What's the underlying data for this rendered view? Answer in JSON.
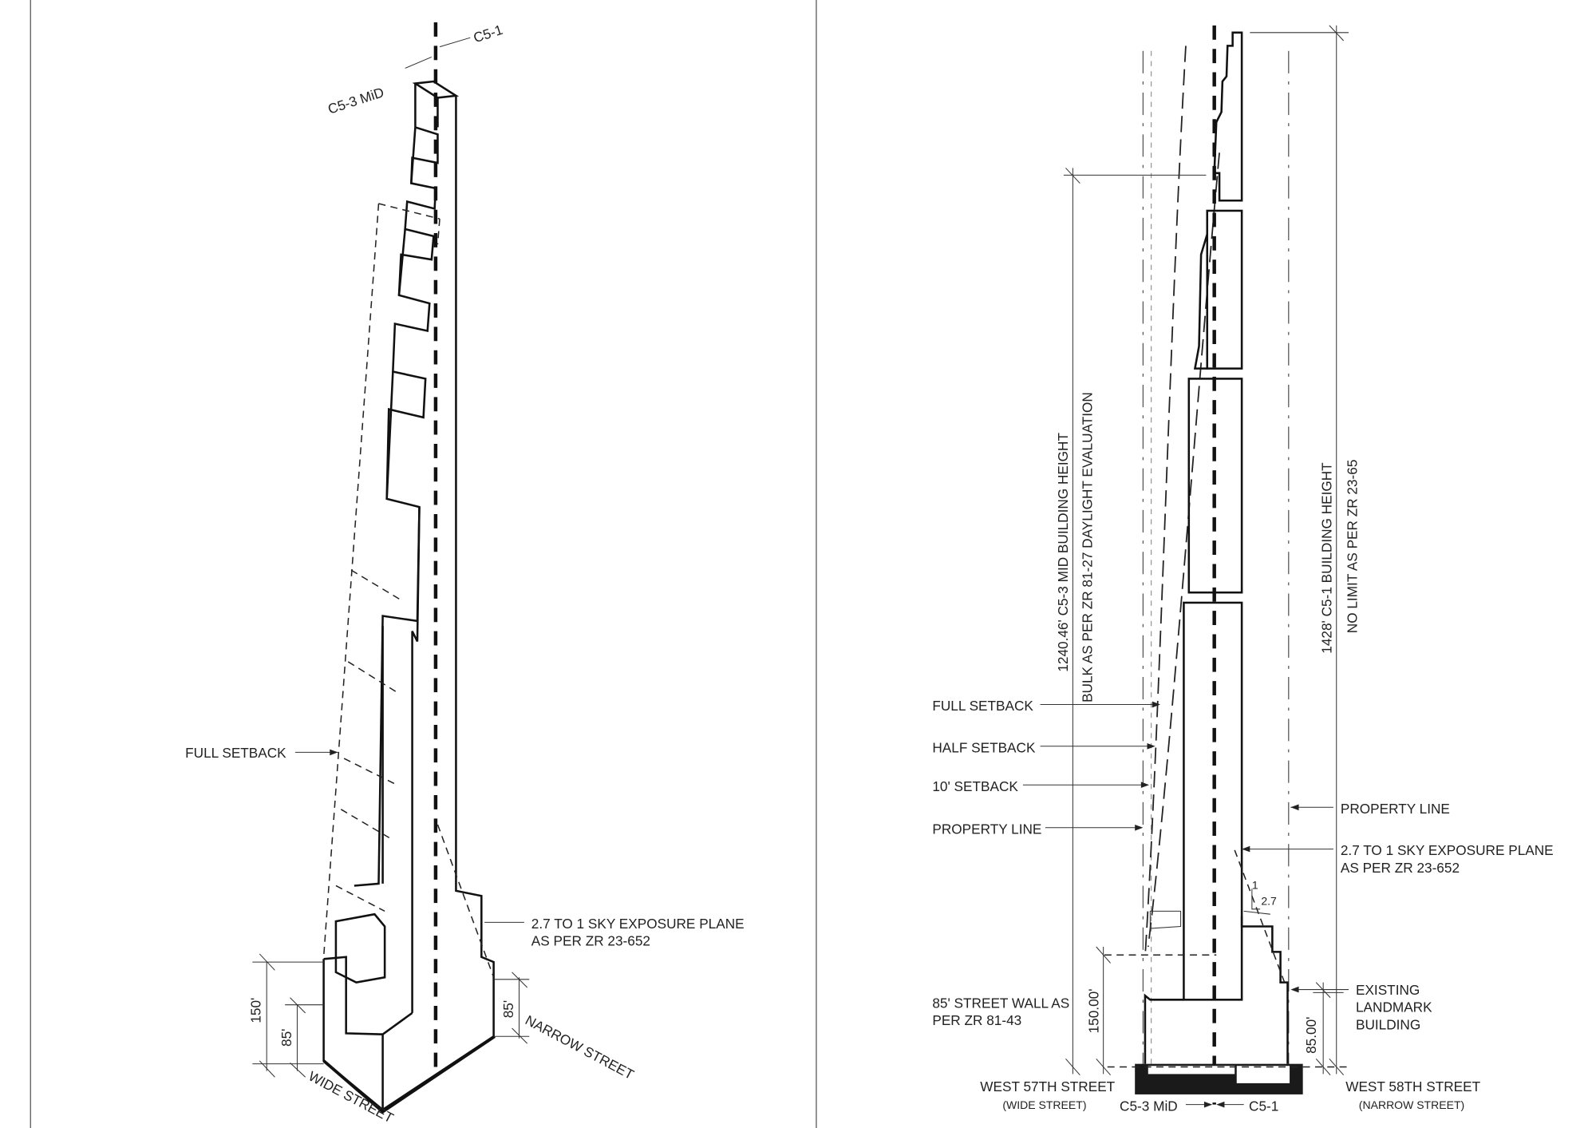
{
  "left_panel": {
    "zone_right": "C5-1",
    "zone_left": "C5-3 MiD",
    "full_setback": "FULL SETBACK",
    "sky_plane_1": "2.7 TO 1 SKY EXPOSURE PLANE",
    "sky_plane_2": "AS PER ZR 23-652",
    "dim_150": "150'",
    "dim_85_left": "85'",
    "dim_85_right": "85'",
    "narrow_street": "NARROW STREET",
    "wide_street": "WIDE STREET"
  },
  "right_panel": {
    "height_c53_1": "1240.46' C5-3 MID BUILDING HEIGHT",
    "height_c53_2": "BULK AS PER ZR 81-27 DAYLIGHT EVALUATION",
    "height_c51_1": "1428' C5-1 BUILDING HEIGHT",
    "height_c51_2": "NO LIMIT AS PER ZR 23-65",
    "full_setback": "FULL SETBACK",
    "half_setback": "HALF SETBACK",
    "ten_setback": "10' SETBACK",
    "property_line_left": "PROPERTY LINE",
    "property_line_right": "PROPERTY LINE",
    "sky_plane_1": "2.7 TO 1 SKY EXPOSURE PLANE",
    "sky_plane_2": "AS PER ZR 23-652",
    "slope_rise": "1",
    "slope_run": "2.7",
    "street_wall_1": "85' STREET WALL AS",
    "street_wall_2": "PER ZR 81-43",
    "dim_150": "150.00'",
    "dim_85": "85.00'",
    "landmark_1": "EXISTING",
    "landmark_2": "LANDMARK",
    "landmark_3": "BUILDING",
    "west57": "WEST 57TH STREET",
    "west57_sub": "(WIDE STREET)",
    "west58": "WEST 58TH STREET",
    "west58_sub": "(NARROW STREET)",
    "zone_left": "C5-3 MiD",
    "zone_right": "C5-1"
  }
}
